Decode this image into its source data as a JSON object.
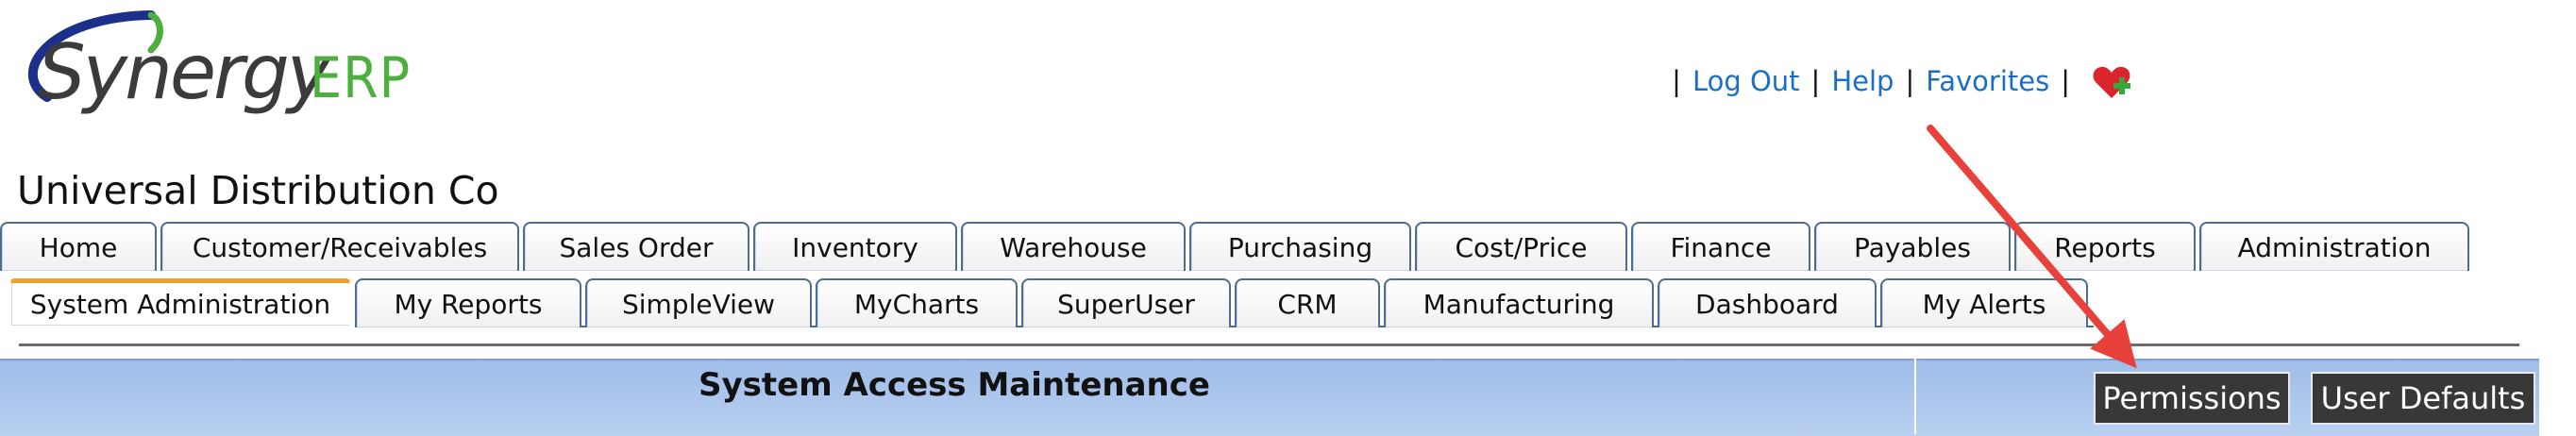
{
  "logo": {
    "synergy": "Synergy",
    "erp": "ERP"
  },
  "top_links": {
    "log_out": "Log Out",
    "help": "Help",
    "favorites": "Favorites",
    "sep": "|",
    "favorites_icon": "heart-add-icon"
  },
  "company_name": "Universal Distribution Co",
  "tabs_row1": [
    "Home",
    "Customer/Receivables",
    "Sales Order",
    "Inventory",
    "Warehouse",
    "Purchasing",
    "Cost/Price",
    "Finance",
    "Payables",
    "Reports",
    "Administration"
  ],
  "tabs_row2": [
    "System Administration",
    "My Reports",
    "SimpleView",
    "MyCharts",
    "SuperUser",
    "CRM",
    "Manufacturing",
    "Dashboard",
    "My Alerts"
  ],
  "active_tab": "System Administration",
  "page_header": {
    "title": "System Access Maintenance",
    "permissions_button": "Permissions",
    "user_defaults_button": "User Defaults"
  },
  "colors": {
    "link": "#1a6fc4",
    "tab_border": "#4b6d92",
    "active_tab_accent": "#f0a030",
    "header_bar": "#a9c5ee",
    "button_bg": "#383838",
    "annotation_arrow": "#e8413c",
    "logo_green": "#4caf3e"
  }
}
